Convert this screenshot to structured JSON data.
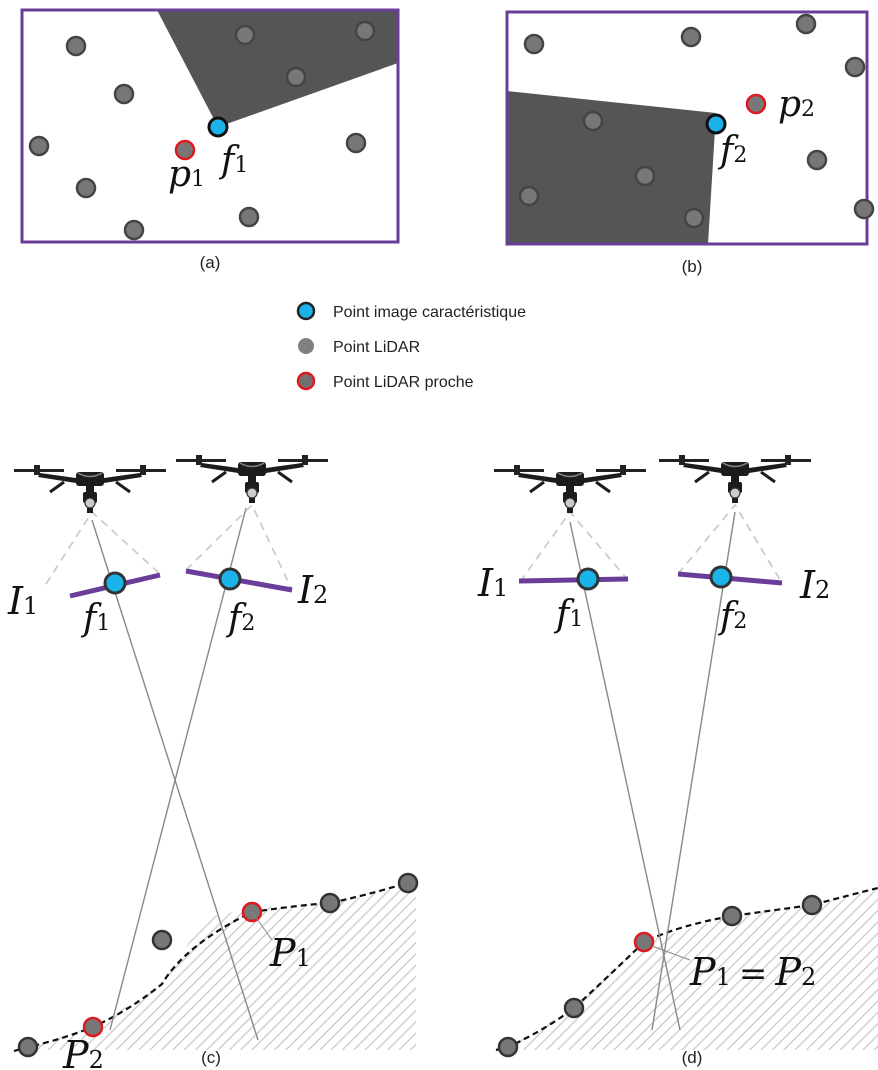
{
  "captions": {
    "a": "(a)",
    "b": "(b)",
    "c": "(c)",
    "d": "(d)"
  },
  "legend": [
    {
      "label": "Point image caractéristique",
      "marker": "feature-point",
      "fill": "#1ab3ea",
      "stroke": "#222222"
    },
    {
      "label": "Point LiDAR",
      "marker": "lidar-point",
      "fill": "#808080",
      "stroke": "#808080"
    },
    {
      "label": "Point LiDAR proche",
      "marker": "near-lidar-point",
      "fill": "#707070",
      "stroke": "#e0191e"
    }
  ],
  "labels": {
    "f": "f",
    "p": "p",
    "I": "I",
    "P": "P",
    "one": "1",
    "two": "2",
    "equals": "="
  },
  "colors": {
    "frame": "#6a3d9a",
    "shadow": "#555555",
    "feature": "#1ab3ea",
    "lidar": "#777777",
    "near_ring": "#e0191e",
    "image_plane": "#6a3d9a",
    "ray": "#888888",
    "hatch": "#c8c8c8"
  },
  "icons": [
    "drone-icon"
  ]
}
